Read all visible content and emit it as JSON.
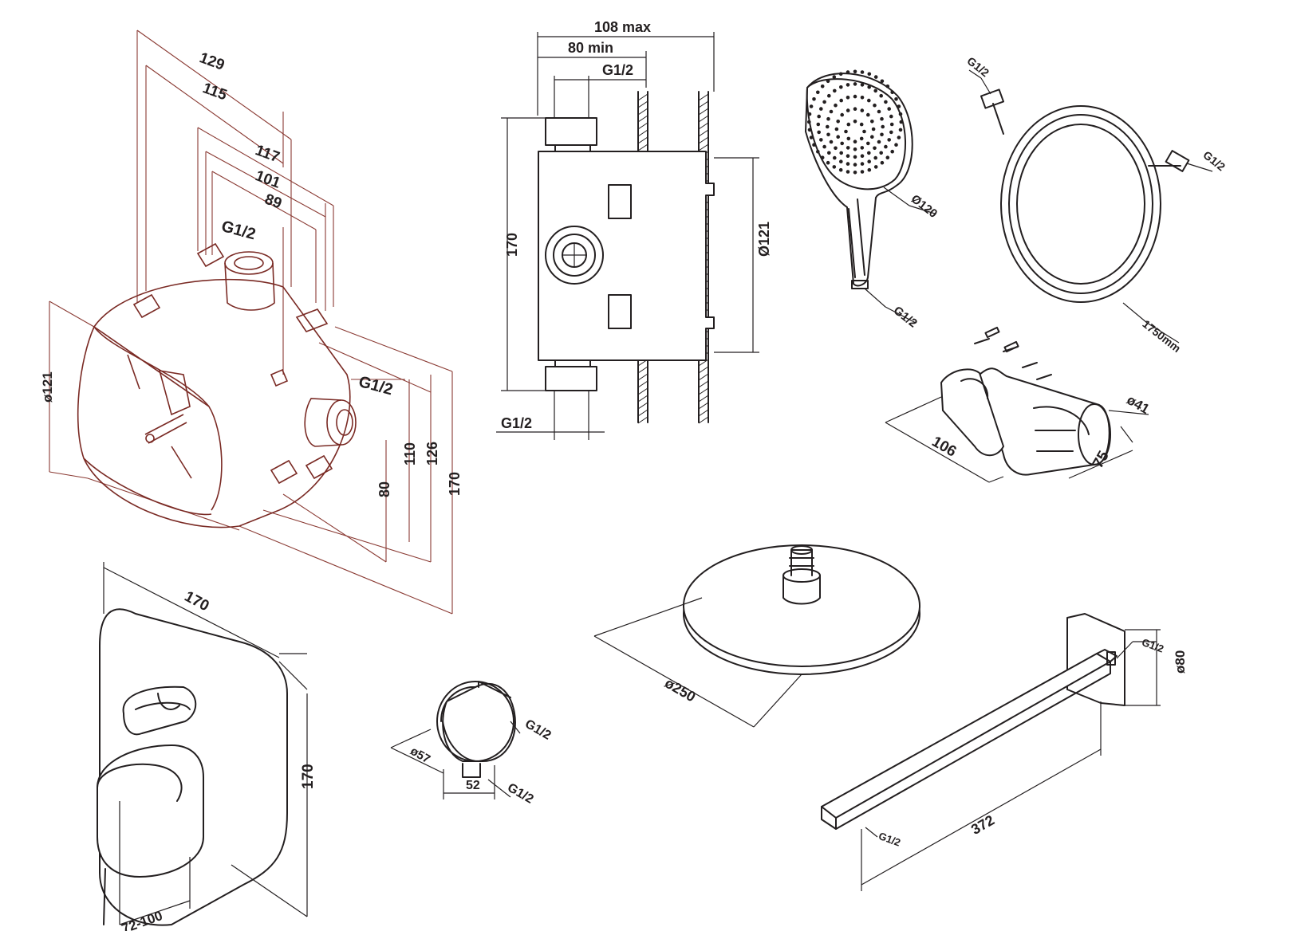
{
  "colors": {
    "ink": "#231f20",
    "box_outline": "#7a2a24",
    "background": "#ffffff"
  },
  "box_iso": {
    "d129": "129",
    "d115": "115",
    "d117": "117",
    "d101": "101",
    "d89": "89",
    "g_top": "G1/2",
    "g_side": "G1/2",
    "dia": "ø121",
    "h110": "110",
    "h126": "126",
    "h170": "170",
    "h80": "80"
  },
  "box_side": {
    "w108": "108 max",
    "w80": "80 min",
    "g_top": "G1/2",
    "g_bottom": "G1/2",
    "h170": "170",
    "dia": "Ø121"
  },
  "hand_shower": {
    "dia": "Ø120",
    "g": "G1/2"
  },
  "hose": {
    "g_top": "G1/2",
    "g_right": "G1/2",
    "length": "1750mm"
  },
  "holder": {
    "d106": "106",
    "d75": "75",
    "dia": "ø41"
  },
  "panel": {
    "w170": "170",
    "h170": "170",
    "depth": "72-100"
  },
  "outlet": {
    "dia": "ø57",
    "d52": "52",
    "g_top": "G1/2",
    "g_bottom": "G1/2"
  },
  "overhead": {
    "dia": "ø250"
  },
  "arm": {
    "g_top": "G1/2",
    "dia": "ø80",
    "len": "372",
    "g_end": "G1/2"
  }
}
